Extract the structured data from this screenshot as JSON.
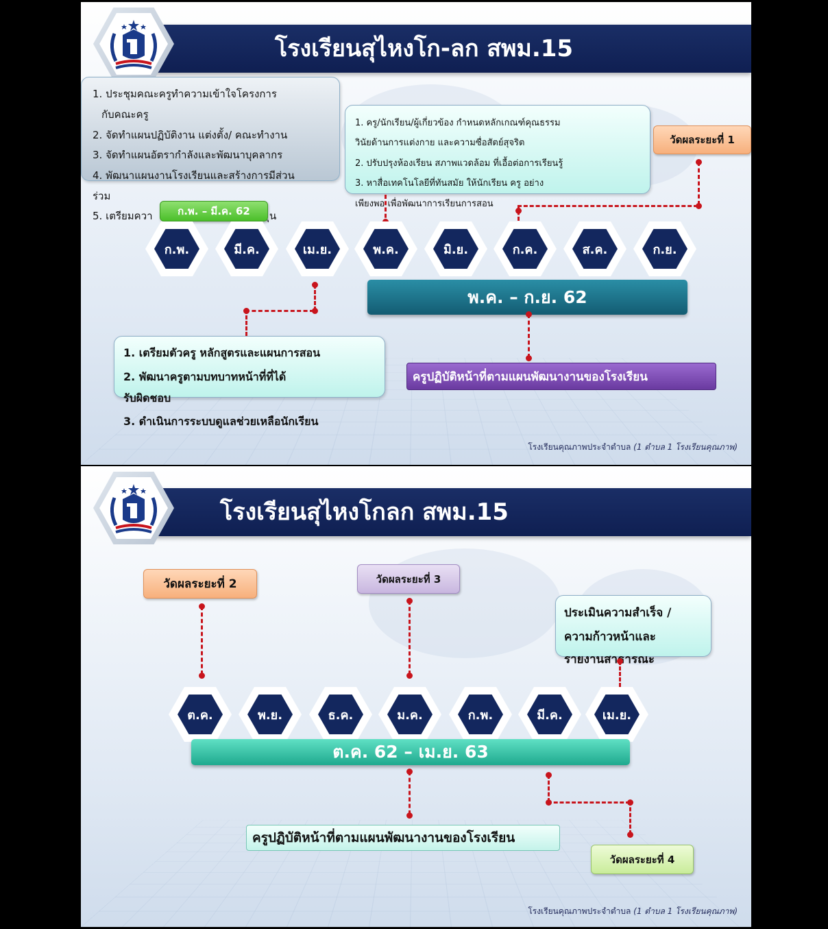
{
  "slide1": {
    "title": "โรงเรียนสุไหงโก-ลก สพม.15",
    "box_left": [
      "1. ประชุมคณะครูทำความเข้าใจโครงการ",
      "กับคณะครู",
      "2. จัดทำแผนปฏิบัติงาน แต่งตั้ง/ คณะทำงาน",
      "3. จัดทำแผนอัตรากำลังและพัฒนาบุคลากร",
      "4. พัฒนาแผนงานโรงเรียนและสร้างการมีส่วน",
      "ร่วม",
      "5. เตรียมควา",
      "ุน"
    ],
    "badge_green": "ก.พ. – มี.ค. 62",
    "box_top": [
      "1. ครู/นักเรียน/ผู้เกี่ยวข้อง กำหนดหลักเกณฑ์คุณธรรม",
      "วินัยด้านการแต่งกาย และความซื่อสัตย์สุจริต",
      "2. ปรับปรุงห้องเรียน สภาพแวดล้อม ที่เอื้อต่อการเรียนรู้",
      "3. หาสื่อเทคโนโลยีที่ทันสมัย ให้นักเรียน ครู อย่าง",
      "เพียงพอ เพื่อพัฒนาการเรียนการสอน"
    ],
    "badge_measure1": "วัดผลระยะที่ 1",
    "months": [
      "ก.พ.",
      "มี.ค.",
      "เม.ย.",
      "พ.ค.",
      "มิ.ย.",
      "ก.ค.",
      "ส.ค.",
      "ก.ย."
    ],
    "period": "พ.ค. – ก.ย. 62",
    "box_bottom": [
      "1. เตรียมตัวครู หลักสูตรและแผนการสอน",
      "2. พัฒนาครูตามบทบาทหน้าที่ที่ได้",
      "รับผิดชอบ",
      "3. ดำเนินการระบบดูแลช่วยเหลือนักเรียน"
    ],
    "duty": "ครูปฏิบัติหน้าที่ตามแผนพัฒนางานของโรงเรียน",
    "footer_main": "โรงเรียนคุณภาพประจำตำบล",
    "footer_italic": "(1 ตำบล 1 โรงเรียนคุณภาพ)"
  },
  "slide2": {
    "title": "โรงเรียนสุไหงโกลก  สพม.15",
    "badge_measure2": "วัดผลระยะที่ 2",
    "badge_measure3": "วัดผลระยะที่ 3",
    "box_eval": [
      "ประเมินความสำเร็จ /",
      "ความก้าวหน้าและ",
      "รายงานสาธารณะ"
    ],
    "months": [
      "ต.ค.",
      "พ.ย.",
      "ธ.ค.",
      "ม.ค.",
      "ก.พ.",
      "มี.ค.",
      "เม.ย."
    ],
    "period": "ต.ค. 62 – เม.ย. 63",
    "duty": "ครูปฏิบัติหน้าที่ตามแผนพัฒนางานของโรงเรียน",
    "badge_measure4": "วัดผลระยะที่ 4",
    "footer_main": "โรงเรียนคุณภาพประจำตำบล",
    "footer_italic": "(1 ตำบล 1 โรงเรียนคุณภาพ)"
  },
  "colors": {
    "navy": "#13275e",
    "title_bar": "#0f1f52",
    "connector_red": "#c8141c",
    "period_teal": "#135c72",
    "period_green": "#1fa98e",
    "duty_purple": "#6a3aa0"
  },
  "icons": [
    "school-crest-icon"
  ]
}
